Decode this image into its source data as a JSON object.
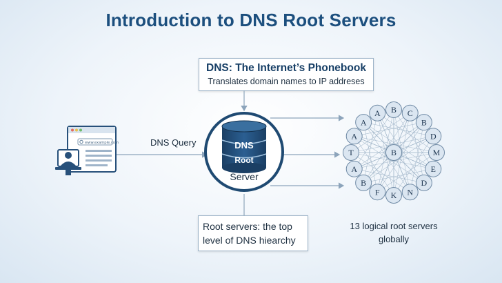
{
  "title": "Introduction to DNS Root Servers",
  "phonebook": {
    "heading": "DNS: The Internet’s Phonebook",
    "subtext": "Translates domain names to IP addreses"
  },
  "client": {
    "url_text": "www.example.com"
  },
  "query_label": "DNS Query",
  "server": {
    "db_label_top": "DNS",
    "db_label_bottom": "Root",
    "label": "Server"
  },
  "root_description": {
    "line1": "Root servers: the top",
    "line2": "level of DNS hiearchy"
  },
  "network": {
    "caption_line1": "13 logical root servers",
    "caption_line2": "globally",
    "ring_letters": [
      "B",
      "C",
      "B",
      "D",
      "M",
      "E",
      "D",
      "N",
      "K",
      "F",
      "B",
      "A",
      "T",
      "A",
      "A",
      "A"
    ],
    "center_letter": "B"
  },
  "colors": {
    "title": "#1c4f7e",
    "navy": "#1f4a72",
    "node_fill": "#dbe6f1",
    "line": "#9db3c7"
  }
}
